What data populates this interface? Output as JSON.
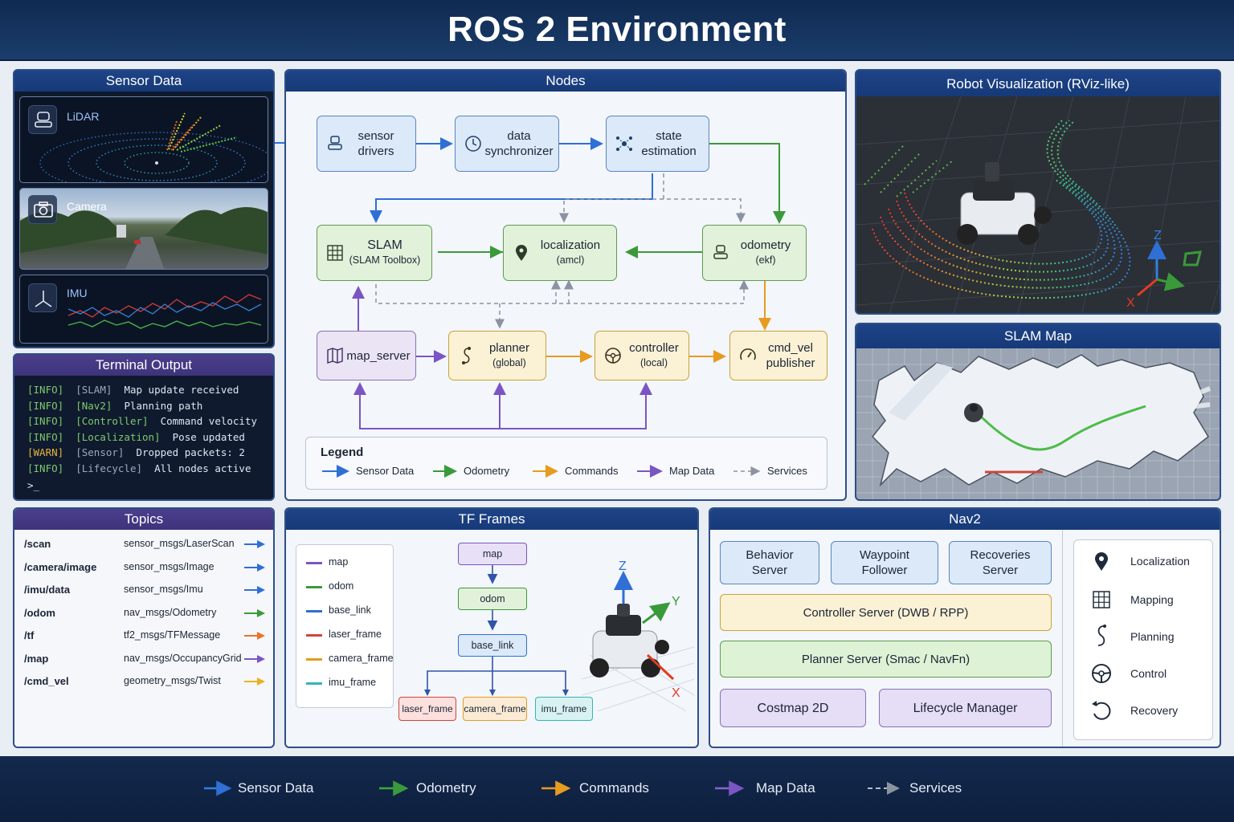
{
  "app": {
    "title": "ROS 2 Environment"
  },
  "colors": {
    "sensor": "#2f6fd6",
    "odometry": "#3a9a3a",
    "commands": "#e79b1f",
    "map": "#7a55c4",
    "services": "#888888"
  },
  "sensor_panel": {
    "title": "Sensor Data",
    "items": [
      {
        "label": "LiDAR",
        "icon": "lidar-icon"
      },
      {
        "label": "Camera",
        "icon": "camera-icon"
      },
      {
        "label": "IMU",
        "icon": "imu-axes-icon"
      }
    ]
  },
  "terminal": {
    "title": "Terminal Output",
    "lines": [
      {
        "level": "[INFO]",
        "tag": "[SLAM]",
        "msg": "Map update received"
      },
      {
        "level": "[INFO]",
        "tag": "[Nav2]",
        "msg": "Planning path"
      },
      {
        "level": "[INFO]",
        "tag": "[Controller]",
        "msg": "Command velocity"
      },
      {
        "level": "[INFO]",
        "tag": "[Localization]",
        "msg": "Pose updated"
      },
      {
        "level": "[WARN]",
        "tag": "[Sensor]",
        "msg": "Dropped packets: 2"
      },
      {
        "level": "[INFO]",
        "tag": "[Lifecycle]",
        "msg": "All nodes active"
      }
    ],
    "prompt": ">_"
  },
  "nodes_panel": {
    "title": "Nodes",
    "nodes": {
      "sensor_drivers": {
        "line1": "sensor",
        "line2": "drivers"
      },
      "data_sync": {
        "line1": "data",
        "line2": "synchronizer"
      },
      "state_est": {
        "line1": "state",
        "line2": "estimation"
      },
      "slam": {
        "line1": "SLAM",
        "line2": "(SLAM Toolbox)"
      },
      "localization": {
        "line1": "localization",
        "line2": "(amcl)"
      },
      "odometry": {
        "line1": "odometry",
        "line2": "(ekf)"
      },
      "map_server": {
        "line1": "map_server"
      },
      "planner": {
        "line1": "planner",
        "line2": "(global)"
      },
      "controller": {
        "line1": "controller",
        "line2": "(local)"
      },
      "cmd_vel": {
        "line1": "cmd_vel",
        "line2": "publisher"
      }
    },
    "legend": {
      "title": "Legend",
      "items": [
        "Sensor Data",
        "Odometry",
        "Commands",
        "Map Data",
        "Services"
      ]
    }
  },
  "rviz": {
    "title": "Robot Visualization (RViz-like)",
    "axes": [
      "Z",
      "X"
    ]
  },
  "slam_map": {
    "title": "SLAM Map"
  },
  "topics": {
    "title": "Topics",
    "rows": [
      {
        "name": "/scan",
        "type": "sensor_msgs/LaserScan",
        "color": "#2f6fd6"
      },
      {
        "name": "/camera/image",
        "type": "sensor_msgs/Image",
        "color": "#2f6fd6"
      },
      {
        "name": "/imu/data",
        "type": "sensor_msgs/Imu",
        "color": "#2f6fd6"
      },
      {
        "name": "/odom",
        "type": "nav_msgs/Odometry",
        "color": "#3a9a3a"
      },
      {
        "name": "/tf",
        "type": "tf2_msgs/TFMessage",
        "color": "#e8742a"
      },
      {
        "name": "/map",
        "type": "nav_msgs/OccupancyGrid",
        "color": "#7a55c4"
      },
      {
        "name": "/cmd_vel",
        "type": "geometry_msgs/Twist",
        "color": "#e7b31f"
      }
    ]
  },
  "tf": {
    "title": "TF Frames",
    "legend": [
      {
        "label": "map",
        "color": "#7a55c4"
      },
      {
        "label": "odom",
        "color": "#3a9a3a"
      },
      {
        "label": "base_link",
        "color": "#2f6fd6"
      },
      {
        "label": "laser_frame",
        "color": "#d0453b"
      },
      {
        "label": "camera_frame",
        "color": "#e79b1f"
      },
      {
        "label": "imu_frame",
        "color": "#35b5b5"
      }
    ],
    "tree": {
      "map": "map",
      "odom": "odom",
      "base_link": "base_link",
      "laser": "laser_frame",
      "camera": "camera_frame",
      "imu": "imu_frame"
    },
    "axes": [
      "Z",
      "Y",
      "X"
    ]
  },
  "nav2": {
    "title": "Nav2",
    "behavior": {
      "line1": "Behavior",
      "line2": "Server"
    },
    "waypoint": {
      "line1": "Waypoint",
      "line2": "Follower"
    },
    "recoveries": {
      "line1": "Recoveries",
      "line2": "Server"
    },
    "controller": "Controller Server (DWB / RPP)",
    "planner": "Planner Server (Smac / NavFn)",
    "costmap": "Costmap 2D",
    "lifecycle": "Lifecycle Manager",
    "side": [
      {
        "label": "Localization",
        "icon": "location-pin-icon"
      },
      {
        "label": "Mapping",
        "icon": "grid-icon"
      },
      {
        "label": "Planning",
        "icon": "path-icon"
      },
      {
        "label": "Control",
        "icon": "steering-wheel-icon"
      },
      {
        "label": "Recovery",
        "icon": "recovery-arrow-icon"
      }
    ]
  },
  "footer": {
    "items": [
      "Sensor Data",
      "Odometry",
      "Commands",
      "Map Data",
      "Services"
    ]
  }
}
